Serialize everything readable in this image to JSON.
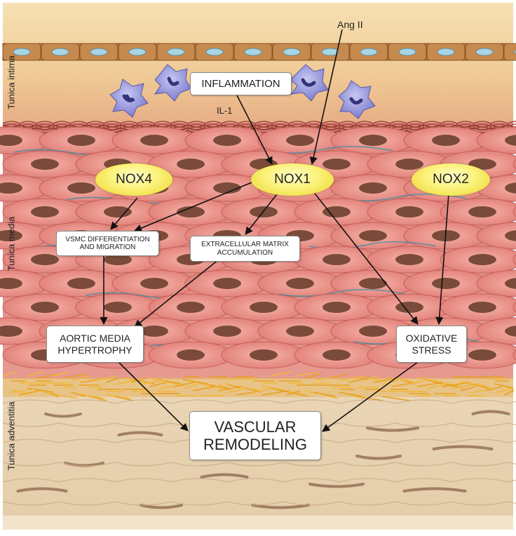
{
  "layers": {
    "intima": "Tunica intima",
    "media": "Tunica media",
    "adventitia": "Tunica adventitia"
  },
  "stimuli": {
    "ang_ii": "Ang II",
    "il_1": "IL-1"
  },
  "boxes": {
    "inflammation": "INFLAMMATION",
    "vsmc": [
      "VSMC DIFFERENTIATION",
      "AND MIGRATION"
    ],
    "ecm": [
      "EXTRACELLULAR MATRIX",
      "ACCUMULATION"
    ],
    "hypertrophy": [
      "AORTIC MEDIA",
      "HYPERTROPHY"
    ],
    "oxidative": [
      "OXIDATIVE",
      "STRESS"
    ],
    "remodeling": [
      "VASCULAR",
      "REMODELING"
    ]
  },
  "enzymes": {
    "nox4": "NOX4",
    "nox1": "NOX1",
    "nox2": "NOX2"
  },
  "colors": {
    "intima_bg": "#f4d8a8",
    "endothelium": "#b5773f",
    "muscle_cell": "#e8908a",
    "nucleus": "#7a4a3a",
    "collagen": "#e8a020",
    "adventitia_bg": "#e8d3b4",
    "macrophage": "#8e8ed8",
    "nox_fill": "#f7ea50"
  }
}
